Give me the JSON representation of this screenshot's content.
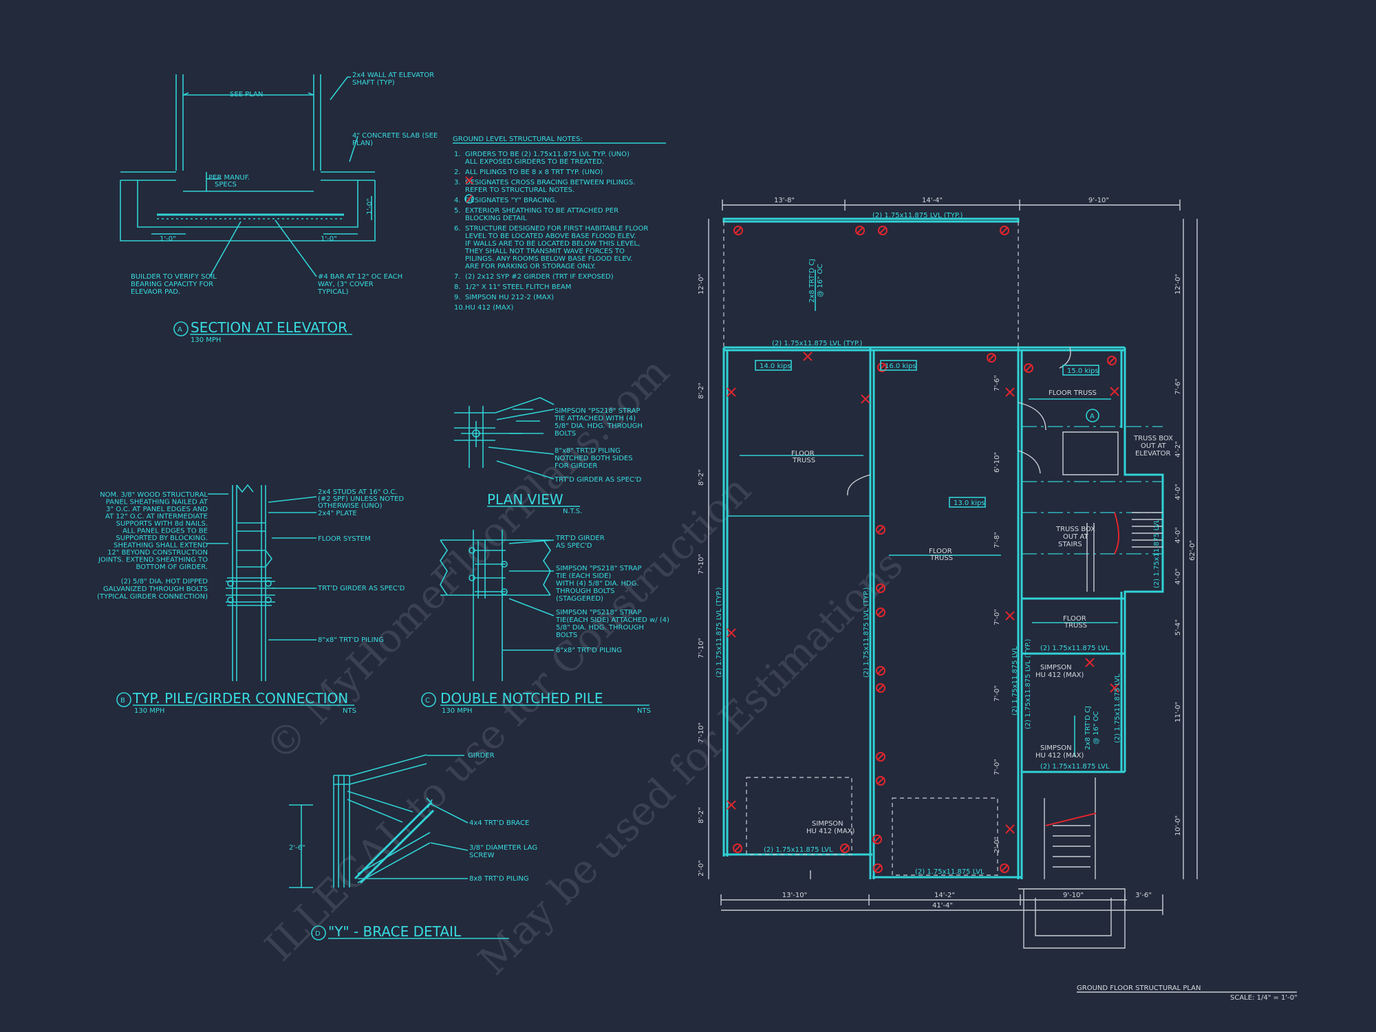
{
  "watermark": {
    "line1": "© MyHomeFloorPlans.com",
    "line2": "ILLEGAL to use for Construction",
    "line3": "May be used for Estimations"
  },
  "section_elevator": {
    "letter": "A",
    "title": "SECTION AT ELEVATOR",
    "sub": "130 MPH",
    "labels": {
      "see_plan": "SEE PLAN",
      "wall1": "2x4 WALL AT ELEVATOR",
      "wall2": "SHAFT (TYP)",
      "slab1": "4\" CONCRETE SLAB (SEE",
      "slab2": "PLAN)",
      "manuf1": "PER MANUF.",
      "manuf2": "SPECS",
      "dim_left": "1'-0\"",
      "dim_right": "1'-0\"",
      "dim_vert": "1'-0\"",
      "soil1": "BUILDER TO VERIFY SOIL",
      "soil2": "BEARING CAPACITY FOR",
      "soil3": "ELEVAOR PAD.",
      "bar1": "#4 BAR AT 12\" OC EACH",
      "bar2": "WAY, (3\" COVER",
      "bar3": "TYPICAL)"
    }
  },
  "notes": {
    "title": "GROUND LEVEL STRUCTURAL NOTES:",
    "lines": [
      {
        "n": "1.",
        "text": "GIRDERS TO BE (2) 1.75x11.875 LVL TYP. (UNO)"
      },
      {
        "n": "",
        "text": "ALL EXPOSED GIRDERS TO BE TREATED."
      },
      {
        "n": "2.",
        "text": "ALL PILINGS TO BE 8 x 8 TRT TYP. (UNO)"
      },
      {
        "n": "3.",
        "text": "    DESIGNATES CROSS BRACING BETWEEN PILINGS."
      },
      {
        "n": "",
        "text": "REFER TO STRUCTURAL NOTES."
      },
      {
        "n": "4.",
        "text": "    DESIGNATES \"Y\" BRACING."
      },
      {
        "n": "5.",
        "text": "EXTERIOR SHEATHING TO BE ATTACHED PER"
      },
      {
        "n": "",
        "text": "BLOCKING DETAIL"
      },
      {
        "n": "6.",
        "text": "STRUCTURE DESIGNED FOR FIRST HABITABLE FLOOR"
      },
      {
        "n": "",
        "text": "LEVEL TO BE LOCATED ABOVE BASE FLOOD ELEV."
      },
      {
        "n": "",
        "text": "IF WALLS ARE TO BE LOCATED BELOW THIS LEVEL,"
      },
      {
        "n": "",
        "text": "THEY SHALL NOT TRANSMIT WAVE FORCES TO"
      },
      {
        "n": "",
        "text": "PILINGS.  ANY ROOMS BELOW BASE FLOOD ELEV."
      },
      {
        "n": "",
        "text": "ARE FOR PARKING OR STORAGE ONLY."
      },
      {
        "n": "7.",
        "text": "(2) 2x12 SYP #2 GIRDER (TRT IF EXPOSED)"
      },
      {
        "n": "8.",
        "text": "1/2\" X 11\" STEEL FLITCH BEAM"
      },
      {
        "n": "9.",
        "text": "SIMPSON HU 212-2 (MAX)"
      },
      {
        "n": "10.",
        "text": "HU 412 (MAX)"
      }
    ]
  },
  "plan_view": {
    "title": "PLAN VIEW",
    "sub": "N.T.S.",
    "labels": [
      "SIMPSON \"PS218\" STRAP",
      "TIE ATTACHED WITH (4)",
      "5/8\" DIA. HDG. THROUGH",
      "BOLTS",
      "8\"x8\" TRT'D PILING",
      "NOTCHED BOTH SIDES",
      "FOR GIRDER",
      "TRT'D GIRDER AS SPEC'D"
    ]
  },
  "detail_b": {
    "letter": "B",
    "title": "TYP. PILE/GIRDER CONNECTION",
    "sub_left": "130 MPH",
    "sub_right": "NTS",
    "left_labels": [
      "NOM. 3/8\" WOOD STRUCTURAL",
      "PANEL SHEATHING NAILED AT",
      "3\" O.C. AT PANEL EDGES AND",
      "AT 12\" O.C. AT INTERMEDIATE",
      "SUPPORTS WITH 8d NAILS.",
      "ALL PANEL EDGES TO BE",
      "SUPPORTED BY BLOCKING.",
      "SHEATHING SHALL EXTEND",
      "12\" BEYOND CONSTRUCTION",
      "JOINTS. EXTEND SHEATHING TO",
      "BOTTOM OF GIRDER."
    ],
    "bolt_labels": [
      "(2) 5/8\" DIA. HOT DIPPED",
      "GALVANIZED THROUGH BOLTS",
      "(TYPICAL GIRDER CONNECTION)"
    ],
    "right_labels": [
      "2x4 STUDS AT 16\" O.C.",
      "(#2 SPF) UNLESS NOTED",
      "OTHERWISE (UNO)",
      "2x4\" PLATE",
      "FLOOR SYSTEM",
      "TRT'D GIRDER AS SPEC'D",
      "8\"x8\" TRT'D PILING"
    ]
  },
  "detail_c": {
    "letter": "C",
    "title": "DOUBLE NOTCHED PILE",
    "sub_left": "130 MPH",
    "sub_right": "NTS",
    "labels": [
      "TRT'D GIRDER",
      "AS SPEC'D",
      "SIMPSON \"PS218\" STRAP",
      "TIE (EACH SIDE)",
      "WITH (4) 5/8\" DIA. HDG.",
      "THROUGH BOLTS",
      "(STAGGERED)",
      "SIMPSON \"PS218\" STRAP",
      "TIE(EACH SIDE) ATTACHED w/ (4)",
      "5/8\" DIA. HDG. THROUGH",
      "BOLTS",
      "8\"x8\" TRT'D PILING"
    ]
  },
  "detail_d": {
    "letter": "D",
    "title": "\"Y\" - BRACE DETAIL",
    "labels": [
      "GIRDER",
      "4x4 TRT'D BRACE",
      "3/8\" DIAMETER LAG",
      "SCREW",
      "8x8 TRT'D PILING"
    ],
    "dim": "2'-6\""
  },
  "plan": {
    "title": "GROUND FLOOR STRUCTURAL PLAN",
    "scale": "SCALE: 1/4\" = 1'-0\"",
    "top_dims": [
      "13'-8\"",
      "14'-4\"",
      "9'-10\""
    ],
    "bottom_dims": [
      "13'-10\"",
      "14'-2\"",
      "9'-10\"",
      "3'-6\""
    ],
    "overall_bottom": "41'-4\"",
    "left_dims": [
      "12'-0\"",
      "8'-2\"",
      "8'-2\"",
      "7'-10\"",
      "7'-10\"",
      "7'-10\"",
      "8'-2\"",
      "2'-0\""
    ],
    "mid_dims": [
      "7'-6\"",
      "6'-10\"",
      "7'-8\"",
      "7'-0\"",
      "7'-0\"",
      "7'-0\"",
      "2'-0\""
    ],
    "right_dims": [
      "12'-0\"",
      "7'-6\"",
      "4'-2\"",
      "4'-0\"",
      "4'-0\"",
      "4'-0\"",
      "5'-4\"",
      "11'-0\"",
      "10'-0\""
    ],
    "overall_right": "62'-0\"",
    "kips": [
      "14.0 kips",
      "16.0 kips",
      "15.0 kips",
      "13.0 kips"
    ],
    "beams": {
      "top": "(2) 1.75x11.875 LVL (TYP.)",
      "mid": "(2) 1.75x11.875 LVL (TYP.)",
      "left_vert": "(2) 1.75x11.875 LVL (TYP.)",
      "center_vert": "(2) 1.75x11.875 LVL (TYP.)",
      "stair_vert": "(2) 1.75x11.875 LVL",
      "bot_left": "(2) 1.75x11.875 LVL",
      "bot_mid": "(2) 1.75x11.875 LVL",
      "r1": "(2) 1.75x11.875 LVL",
      "r2": "(2) 1.75x11.875 LVL",
      "rv1": "(2) 1.75x11.875 LVL",
      "rv2": "(2) 1.75x11.875 LVL (TYP.)",
      "rv3": "(2) 1.75x11.875 LVL"
    },
    "joist1": [
      "2x8 TRT'D CJ",
      "@ 16\" OC"
    ],
    "joist2": [
      "2x8 TRT'D CJ",
      "@ 16\" OC"
    ],
    "floor_truss": [
      "FLOOR",
      "TRUSS"
    ],
    "floor_truss_top": "FLOOR TRUSS",
    "truss_box_elev": [
      "TRUSS BOX",
      "OUT AT",
      "ELEVATOR"
    ],
    "truss_box_stairs": [
      "TRUSS BOX",
      "OUT AT",
      "STAIRS"
    ],
    "simpson": [
      "SIMPSON",
      "HU 412 (MAX)"
    ],
    "elev_marker": "A"
  }
}
